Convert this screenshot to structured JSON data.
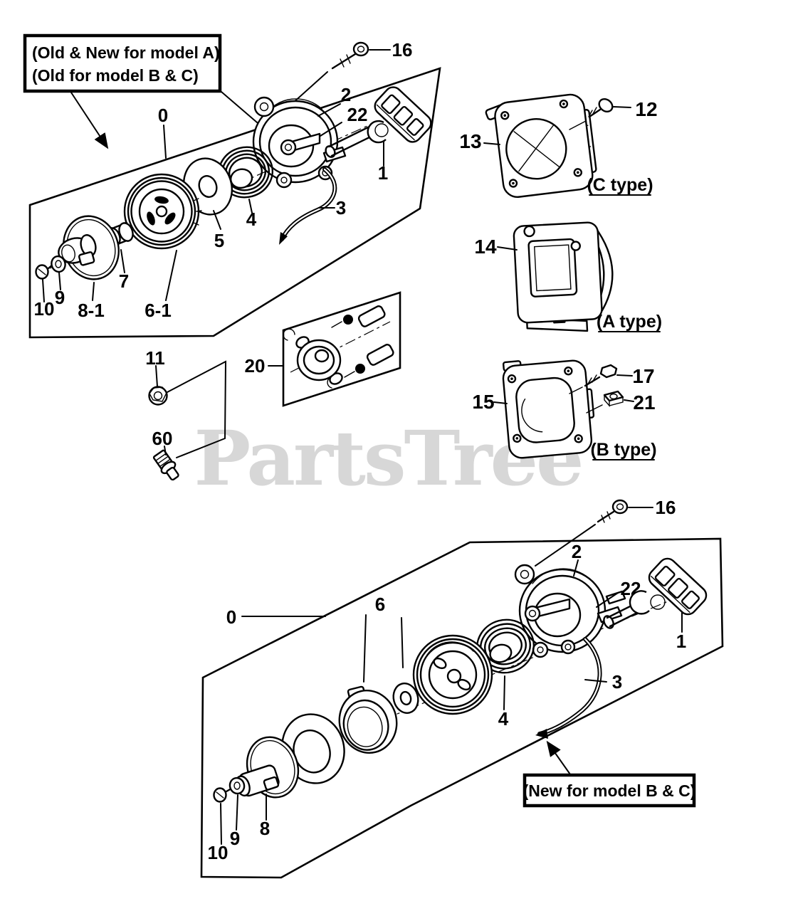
{
  "page": {
    "background": "#ffffff",
    "ink": "#000000"
  },
  "watermark": {
    "text": "PartsTree",
    "trademark": "™",
    "color": "#d7d7d7"
  },
  "annotations": {
    "top_box_line1": "(Old & New for model A)",
    "top_box_line2": "(Old for model B & C)",
    "bottom_box": "(New for model B & C)",
    "type_c": "(C type)",
    "type_a": "(A type)",
    "type_b": "(B type)"
  },
  "callouts": {
    "d1_0": "0",
    "d1_1": "1",
    "d1_2": "2",
    "d1_3": "3",
    "d1_4": "4",
    "d1_5": "5",
    "d1_6_1": "6-1",
    "d1_7": "7",
    "d1_8_1": "8-1",
    "d1_9": "9",
    "d1_10": "10",
    "d1_11": "11",
    "d1_16": "16",
    "d1_20": "20",
    "d1_22": "22",
    "d1_60": "60",
    "r_12": "12",
    "r_13": "13",
    "r_14": "14",
    "r_15": "15",
    "r_17": "17",
    "r_21": "21",
    "d2_0": "0",
    "d2_1": "1",
    "d2_2": "2",
    "d2_3": "3",
    "d2_4": "4",
    "d2_6": "6",
    "d2_8": "8",
    "d2_9": "9",
    "d2_10": "10",
    "d2_16": "16",
    "d2_22": "22"
  }
}
